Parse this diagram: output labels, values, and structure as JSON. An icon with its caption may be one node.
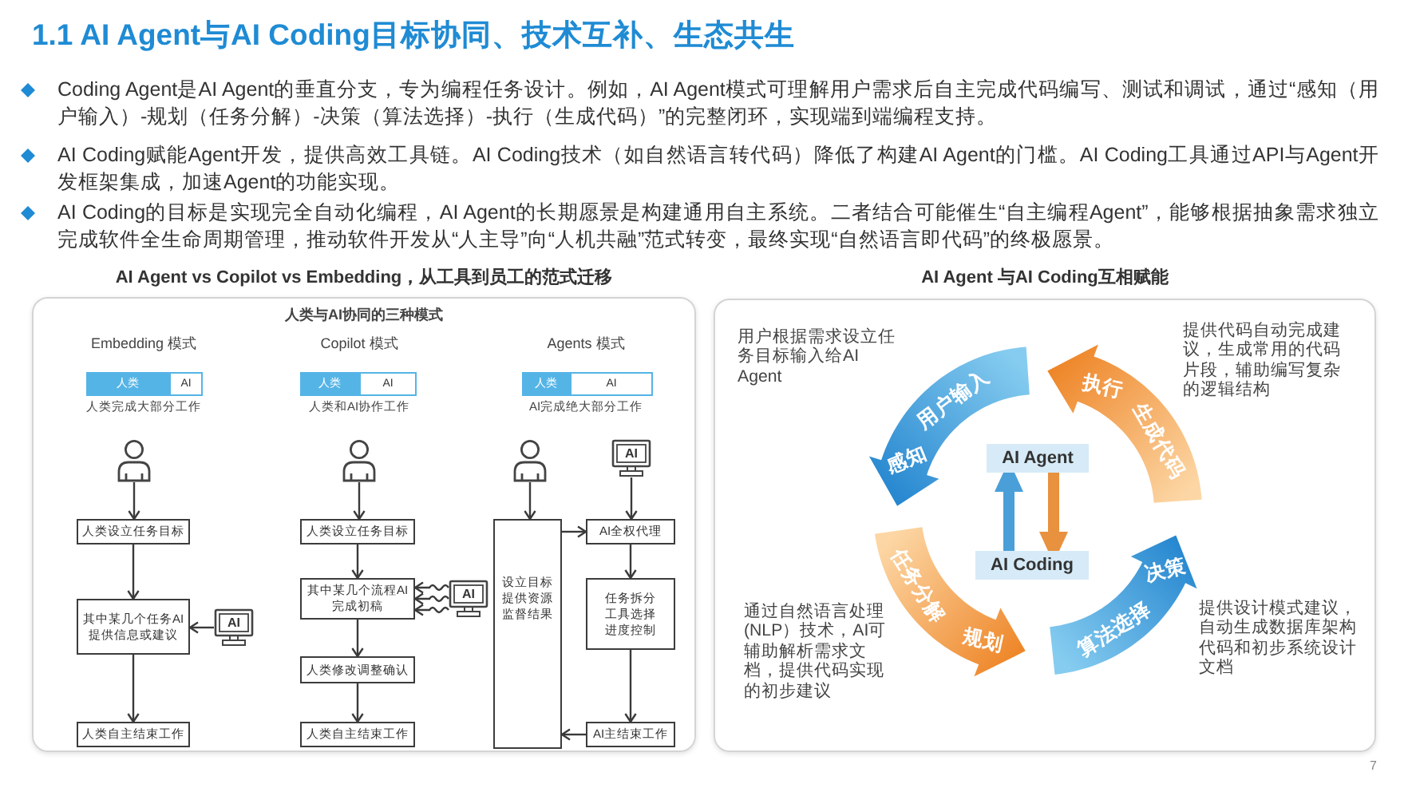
{
  "diagram": {
    "title": "1.1 AI Agent与AI Coding目标协同、技术互补、生态共生",
    "nodes": [
      {
        "text": [
          "AI Agent vs Copilot vs Embedding，从工具到员工的范式迁移"
        ]
      },
      {
        "text": [
          "人类"
        ],
        "in": 0
      },
      {
        "text": [
          "AI"
        ],
        "in": 0
      },
      {
        "text": [
          "人类"
        ],
        "in": 0
      },
      {
        "text": [
          "AI"
        ],
        "in": 0
      },
      {
        "text": [
          "人类"
        ],
        "in": 0
      },
      {
        "text": [
          "AI"
        ],
        "in": 0
      },
      {
        "text": [],
        "shape": "person",
        "in": 0
      },
      {
        "text": [
          "人类设立任务目标"
        ],
        "in": 0
      },
      {
        "text": [
          "其中某几个任务AI提供信息或建议"
        ],
        "in": 0
      },
      {
        "text": [
          "AI"
        ],
        "in": 0
      },
      {
        "text": [
          "人类自主结束工作"
        ],
        "in": 0
      },
      {
        "text": [],
        "shape": "person",
        "in": 0
      },
      {
        "text": [
          "人类设立任务目标"
        ],
        "in": 0
      },
      {
        "text": [
          "其中某几个流程AI完成初稿"
        ],
        "in": 0
      },
      {
        "text": [
          "AI"
        ],
        "in": 0
      },
      {
        "text": [
          "人类修改调整确认"
        ],
        "in": 0
      },
      {
        "text": [
          "人类自主结束工作"
        ],
        "in": 0
      },
      {
        "text": [],
        "shape": "person",
        "in": 0
      },
      {
        "text": [
          "AI"
        ],
        "in": 0
      },
      {
        "text": [
          "设立目标",
          "提供资源",
          "监督结果"
        ],
        "in": 0
      },
      {
        "text": [
          "AI全权代理"
        ],
        "in": 0
      },
      {
        "text": [
          "任务拆分",
          "工具选择",
          "进度控制"
        ],
        "in": 0
      },
      {
        "text": [
          "AI主结束工作"
        ],
        "in": 0
      },
      {
        "text": [
          "AI Agent 与AI Coding互相赋能"
        ]
      },
      {
        "text": [
          "用户输入",
          "感知"
        ],
        "in": 24
      },
      {
        "text": [
          "执行",
          "生成代码"
        ],
        "in": 24
      },
      {
        "text": [
          "AI Agent"
        ],
        "in": 24
      },
      {
        "text": [
          "AI Coding"
        ],
        "in": 24
      },
      {
        "text": [
          "任务分解",
          "规划"
        ],
        "in": 24
      },
      {
        "text": [
          "算法选择",
          "决策"
        ],
        "in": 24
      }
    ],
    "edges": [
      {
        "from": 7,
        "to": 8,
        "arrow": "to"
      },
      {
        "from": 8,
        "to": 9,
        "arrow": "to"
      },
      {
        "from": 10,
        "to": 9,
        "arrow": "to"
      },
      {
        "from": 9,
        "to": 11,
        "arrow": "to"
      },
      {
        "from": 12,
        "to": 13,
        "arrow": "to"
      },
      {
        "from": 13,
        "to": 14,
        "arrow": "to"
      },
      {
        "from": 15,
        "to": 14,
        "arrow": "to"
      },
      {
        "from": 15,
        "to": 14,
        "arrow": "to"
      },
      {
        "from": 15,
        "to": 14,
        "arrow": "to"
      },
      {
        "from": 14,
        "to": 16,
        "arrow": "to"
      },
      {
        "from": 16,
        "to": 17,
        "arrow": "to"
      },
      {
        "from": 18,
        "to": 20,
        "arrow": "to"
      },
      {
        "from": 19,
        "to": 21,
        "arrow": "to"
      },
      {
        "from": 20,
        "to": 21,
        "arrow": "to"
      },
      {
        "from": 21,
        "to": 22,
        "arrow": "to"
      },
      {
        "from": 22,
        "to": 23,
        "arrow": "to"
      },
      {
        "from": 23,
        "to": 20,
        "arrow": "to"
      },
      {
        "from": 28,
        "to": 27,
        "arrow": "to",
        "style": "thick",
        "color": "#4a9fd8"
      },
      {
        "from": 27,
        "to": 28,
        "arrow": "to",
        "style": "thick",
        "color": "#e8913f"
      }
    ],
    "labels": [
      "Coding Agent是AI Agent的垂直分支，专为编程任务设计。例如，AI Agent模式可理解用户需求后自主完成代码编写、测试和调试，通过“感知（用户输入）-规划（任务分解）-决策（算法选择）-执行（生成代码）”的完整闭环，实现端到端编程支持。",
      "AI Coding赋能Agent开发，提供高效工具链。AI Coding技术（如自然语言转代码）降低了构建AI Agent的门槛。AI Coding工具通过API与Agent开发框架集成，加速Agent的功能实现。",
      "AI Coding的目标是实现完全自动化编程，AI Agent的长期愿景是构建通用自主系统。二者结合可能催生“自主编程Agent”，能够根据抽象需求独立完成软件全生命周期管理，推动软件开发从“人主导”向“人机共融”范式转变，最终实现“自然语言即代码”的终极愿景。",
      "人类与AI协同的三种模式",
      "Embedding 模式",
      "Copilot 模式",
      "Agents 模式",
      "人类完成大部分工作",
      "人类和AI协作工作",
      "AI完成绝大部分工作",
      "用户根据需求设立任务目标输入给AI Agent",
      "提供代码自动完成建议，生成常用的代码片段，辅助编写复杂的逻辑结构",
      "通过自然语言处理(NLP）技术，AI可辅助解析需求文档，提供代码实现的初步建议",
      "提供设计模式建议，自动生成数据库架构代码和初步系统设计文档",
      "7"
    ]
  }
}
